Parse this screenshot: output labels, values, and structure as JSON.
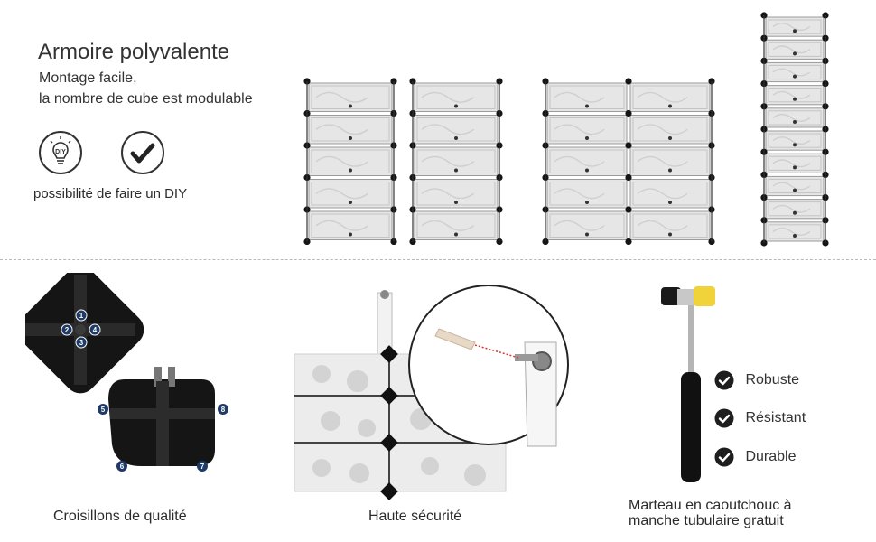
{
  "header": {
    "title": "Armoire polyvalente",
    "subtitle_line1": "Montage facile,",
    "subtitle_line2": "la nombre de cube est modulable"
  },
  "icons": {
    "diy_badge_text": "DIY",
    "diy_caption": "possibilité de faire un DIY"
  },
  "connector": {
    "numbers_top": [
      "1",
      "2",
      "3",
      "4"
    ],
    "numbers_bottom": [
      "5",
      "6",
      "7",
      "8"
    ],
    "caption": "Croisillons de qualité"
  },
  "safety": {
    "caption": "Haute sécurité"
  },
  "hammer": {
    "features": [
      "Robuste",
      "Résistant",
      "Durable"
    ],
    "caption_line1": "Marteau en caoutchouc à",
    "caption_line2": "manche tubulaire gratuit"
  },
  "colors": {
    "panel": "#e6e6e6",
    "connector": "#151515",
    "badge": "#1f3a66"
  }
}
